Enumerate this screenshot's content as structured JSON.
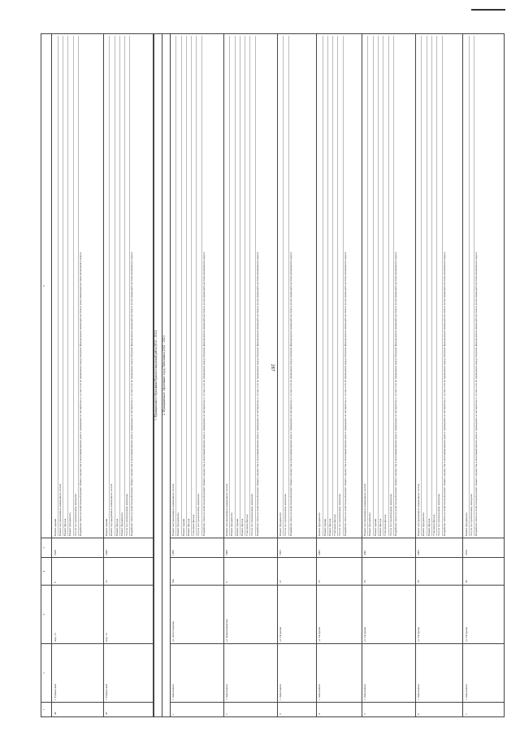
{
  "page_number": "287",
  "header_row": [
    "1",
    "2",
    "3",
    "4",
    "5",
    "6"
  ],
  "sections": [
    {
      "title": "",
      "rows": [
        {
          "num": "44",
          "settlement": "г. Губкинский",
          "street": "мкр. 15",
          "house": "6",
          "year": "2038",
          "works": [
            "Ремонт крыши",
            "Ремонт внутридомовых инженерных систем",
            "Ремонт фасада",
            "Ремонт фундамента",
            "Услуги по строительному контролю",
            "Разработка сметы на капитальный ремонт общего имущества в многоквартирном доме и проведение ее экспертизы, в случае если её проведение предусмотрено федеральным законодательством в (или) законодательством автономного округа"
          ]
        },
        {
          "num": "45",
          "settlement": "г. Губкинский",
          "street": "мкр. 15",
          "house": "14",
          "year": "2043",
          "works": [
            "Ремонт крыши",
            "Ремонт внутридомовых инженерных систем",
            "Ремонт фасада",
            "Ремонт фундамента",
            "Услуги по строительному контролю",
            "Разработка сметы на капитальный ремонт общего имущества в многоквартирном доме и проведение её экспертизы, в случае если её проведение предусмотрено федеральным законодательством и (или) законодательством автономного округа"
          ]
        }
      ]
    },
    {
      "title": "3. Муниципальное образование Красноселькупский район (2041 – 2043)",
      "rows": []
    },
    {
      "title": "4. Муниципальное образование город Лабытнанги (2042 - 2043)",
      "rows": [
        {
          "num": "1",
          "settlement": "г. Лабытнанги",
          "street": "ул. Автострадная",
          "house": "50а",
          "year": "1996",
          "works": [
            "Ремонт внутридомовых инженерных систем",
            "Ремонт фундамента",
            "Ремонт крыши",
            "Ремонт фасада",
            "Утепление фасада",
            "Услуги по строительному контролю",
            "Разработка сметы на капитальный ремонт общего имущества в многоквартирном доме и проведение её экспертизы, в случае если её проведение предусмотрено федеральным законодательством и (или) законодательством автономного округа"
          ]
        },
        {
          "num": "2",
          "settlement": "г. Лабытнанги",
          "street": "ул. Бованенковская",
          "house": "4",
          "year": "2008",
          "works": [
            "Ремонт внутридомовых инженерных систем",
            "Ремонт фундамента",
            "Ремонт крыши",
            "Ремонт фасада",
            "Утепление фасада",
            "Услуги по строительному контролю",
            "Разработка сметы на капитальный ремонт общего имущества в многоквартирном доме и проведение её экспертизы, в случае если её проведение предусмотрено федеральным законодательством и (или) законодательством автономного округа"
          ]
        },
        {
          "num": "3",
          "settlement": "г. Лабытнанги",
          "street": "ул. Гагарина",
          "house": "22",
          "year": "1965",
          "works": [
            "Ремонт фундамента",
            "Услуги по строительному контролю",
            "Разработка сметы на капитальный ремонт общего имущества в многоквартирном доме и проведение её экспертизы, в случае если её проведение предусмотрено федеральным законодательством и (или) законодательством автономного округа"
          ]
        },
        {
          "num": "4",
          "settlement": "г. Лабытнанги",
          "street": "ул. Гагарина",
          "house": "23",
          "year": "2002",
          "works": [
            "Ремонт фундамента",
            "Ремонт крыши",
            "Ремонт фасада",
            "Утепление фасада",
            "Услуги по строительному контролю",
            "Разработка сметы на капитальный ремонт общего имущества в многоквартирном доме и проведение её экспертизы, в случае если её проведение предусмотрено федеральным законодательством и (или) законодательством автономного округа"
          ]
        },
        {
          "num": "5",
          "settlement": "г. Лабытнанги",
          "street": "ул. Гагарина",
          "house": "26",
          "year": "2001",
          "works": [
            "Ремонт внутридомовых инженерных систем",
            "Ремонт фундамента",
            "Ремонт крыши",
            "Ремонт фасада",
            "Утепление фасада",
            "Услуги по строительному контролю",
            "Разработка сметы на капитальный ремонт общего имущества в многоквартирном доме и проведение её экспертизы, в случае если её проведение предусмотрено федеральным законодательством и (или) законодательством автономного округа"
          ]
        },
        {
          "num": "6",
          "settlement": "г. Лабытнанги",
          "street": "ул. Гагарина",
          "house": "28",
          "year": "2003",
          "works": [
            "Ремонт внутридомовых инженерных систем",
            "Ремонт фундамента",
            "Ремонт фасада",
            "Утепление фасада",
            "Услуги по строительному контролю",
            "Разработка сметы на капитальный ремонт общего имущества в многоквартирном доме и проведение её экспертизы, в случае если её проведение предусмотрено федеральным законодательством и (или) законодательством автономного округа"
          ]
        },
        {
          "num": "7",
          "settlement": "г. Лабытнанги",
          "street": "ул. Гагарина",
          "house": "36",
          "year": "2010",
          "works": [
            "Ремонт фундамента",
            "Услуги по строительному контролю",
            "Разработка сметы на капитальный ремонт общего имущества в многоквартирном доме и проведение её экспертизы, в случае если её проведение предусмотрено федеральным законодательством и (или) законодательством автономного округа"
          ]
        }
      ]
    }
  ]
}
